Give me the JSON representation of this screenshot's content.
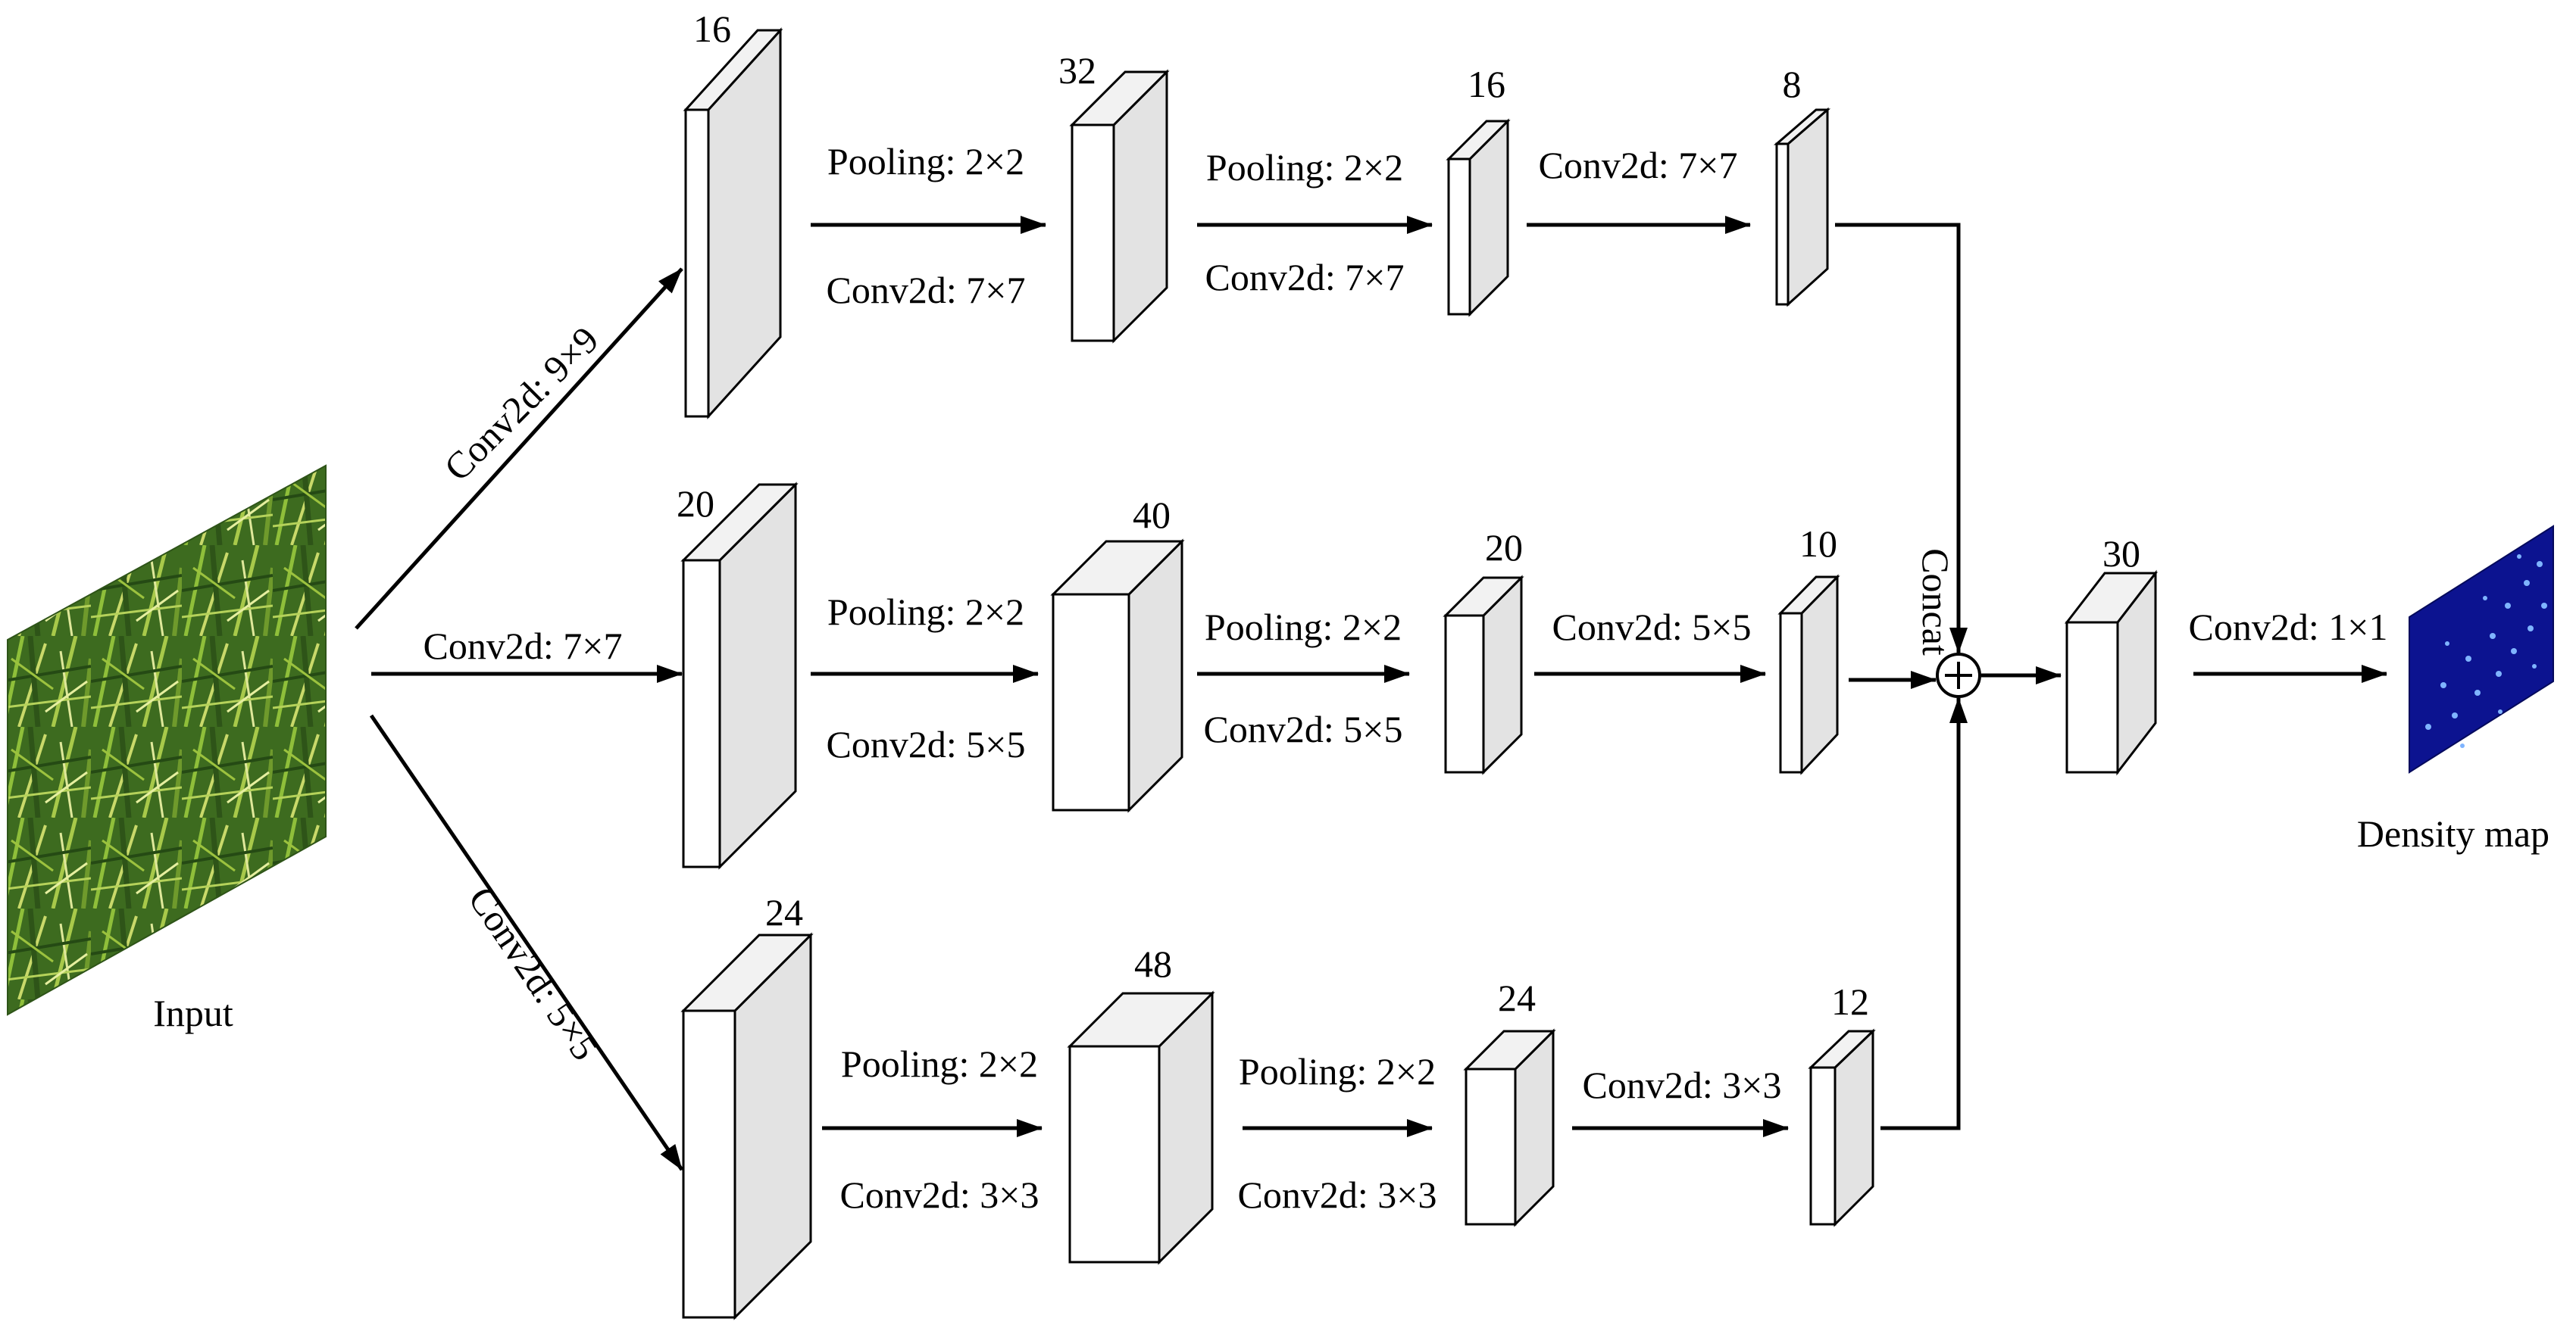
{
  "input": {
    "label": "Input"
  },
  "output": {
    "label": "Density map"
  },
  "branches": [
    {
      "input_op": "Conv2d: 9×9",
      "blocks": [
        {
          "channels": "16"
        },
        {
          "channels": "32"
        },
        {
          "channels": "16"
        },
        {
          "channels": "8"
        }
      ],
      "stage_ops": [
        {
          "pool": "Pooling: 2×2",
          "conv": "Conv2d: 7×7"
        },
        {
          "pool": "Pooling: 2×2",
          "conv": "Conv2d: 7×7"
        },
        {
          "conv": "Conv2d: 7×7"
        }
      ]
    },
    {
      "input_op": "Conv2d: 7×7",
      "blocks": [
        {
          "channels": "20"
        },
        {
          "channels": "40"
        },
        {
          "channels": "20"
        },
        {
          "channels": "10"
        }
      ],
      "stage_ops": [
        {
          "pool": "Pooling: 2×2",
          "conv": "Conv2d: 5×5"
        },
        {
          "pool": "Pooling: 2×2",
          "conv": "Conv2d: 5×5"
        },
        {
          "conv": "Conv2d: 5×5"
        }
      ]
    },
    {
      "input_op": "Conv2d: 5×5",
      "blocks": [
        {
          "channels": "24"
        },
        {
          "channels": "48"
        },
        {
          "channels": "24"
        },
        {
          "channels": "12"
        }
      ],
      "stage_ops": [
        {
          "pool": "Pooling: 2×2",
          "conv": "Conv2d: 3×3"
        },
        {
          "pool": "Pooling: 2×2",
          "conv": "Conv2d: 3×3"
        },
        {
          "conv": "Conv2d: 3×3"
        }
      ]
    }
  ],
  "merge": {
    "label": "Concat"
  },
  "fused_block": {
    "channels": "30"
  },
  "final_op": "Conv2d: 1×1",
  "colors": {
    "block_front": "#ffffff",
    "block_side": "#e3e3e3",
    "block_top": "#f2f2f2",
    "stroke": "#000000",
    "density_bg": "#0c1390",
    "density_dot": "#7fb4ff"
  }
}
